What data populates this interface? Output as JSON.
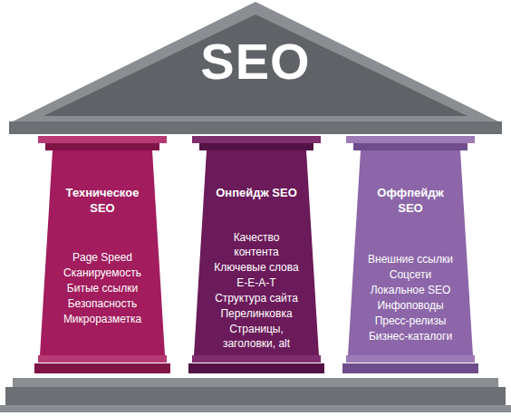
{
  "diagram": {
    "nodes": [
      {
        "text": [
          "SEO"
        ]
      },
      {
        "text": [
          "Техническое SEO",
          "Page Speed",
          "Сканируемость",
          "Битые ссылки",
          "Безопасность",
          "Микроразметка"
        ]
      },
      {
        "text": [
          "Онпейдж SEO",
          "Качество контента",
          "Ключевые слова",
          "E-E-A-T",
          "Структура сайта",
          "Перелинковка",
          "Страницы, заголовки, alt"
        ]
      },
      {
        "text": [
          "Оффпейдж SEO",
          "Внешние ссылки",
          "Соцсети",
          "Локальное SEO",
          "Инфоповоды",
          "Пресс-релизы",
          "Бизнес-каталоги"
        ]
      }
    ]
  }
}
